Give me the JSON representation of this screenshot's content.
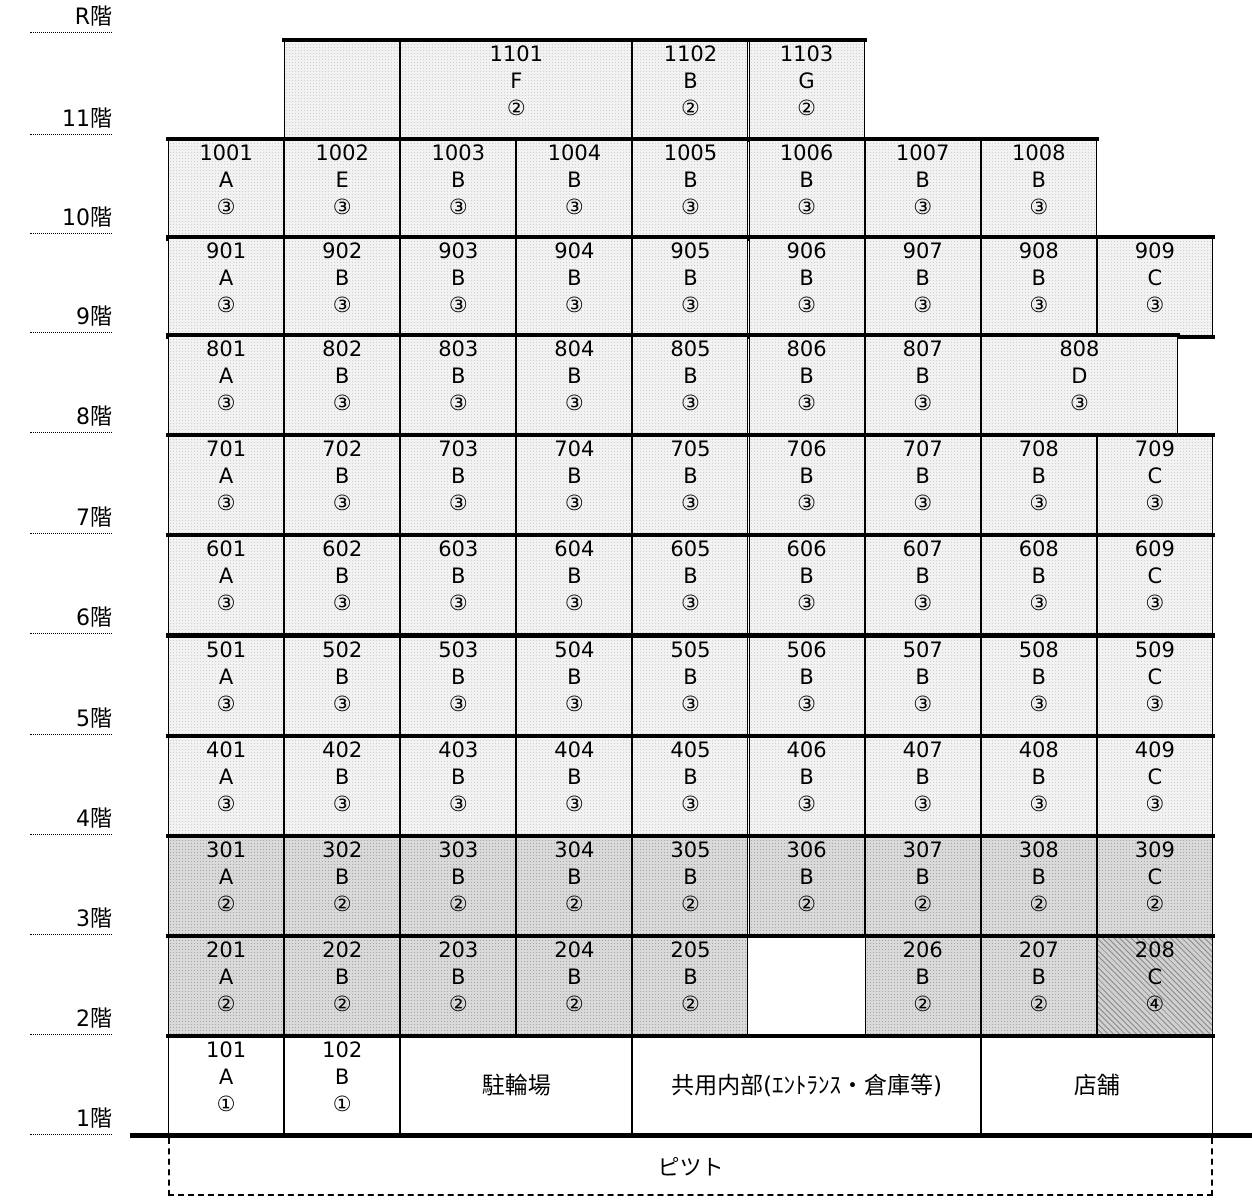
{
  "floors": [
    "R階",
    "11階",
    "10階",
    "9階",
    "8階",
    "7階",
    "6階",
    "5階",
    "4階",
    "3階",
    "2階",
    "1階"
  ],
  "rows": [
    {
      "floor": "11階",
      "units": [
        {
          "col": 1,
          "span": 1,
          "lines": [
            "",
            "",
            ""
          ],
          "pattern": "light"
        },
        {
          "col": 2,
          "span": 2,
          "lines": [
            "1101",
            "F",
            "②"
          ],
          "pattern": "light"
        },
        {
          "col": 4,
          "span": 1,
          "lines": [
            "1102",
            "B",
            "②"
          ],
          "pattern": "light"
        },
        {
          "col": 5,
          "span": 1,
          "lines": [
            "1103",
            "G",
            "②"
          ],
          "pattern": "light"
        }
      ]
    },
    {
      "floor": "10階",
      "units": [
        {
          "col": 0,
          "span": 1,
          "lines": [
            "1001",
            "A",
            "③"
          ],
          "pattern": "light"
        },
        {
          "col": 1,
          "span": 1,
          "lines": [
            "1002",
            "E",
            "③"
          ],
          "pattern": "light"
        },
        {
          "col": 2,
          "span": 1,
          "lines": [
            "1003",
            "B",
            "③"
          ],
          "pattern": "light"
        },
        {
          "col": 3,
          "span": 1,
          "lines": [
            "1004",
            "B",
            "③"
          ],
          "pattern": "light"
        },
        {
          "col": 4,
          "span": 1,
          "lines": [
            "1005",
            "B",
            "③"
          ],
          "pattern": "light"
        },
        {
          "col": 5,
          "span": 1,
          "lines": [
            "1006",
            "B",
            "③"
          ],
          "pattern": "light"
        },
        {
          "col": 6,
          "span": 1,
          "lines": [
            "1007",
            "B",
            "③"
          ],
          "pattern": "light"
        },
        {
          "col": 7,
          "span": 1,
          "lines": [
            "1008",
            "B",
            "③"
          ],
          "pattern": "light"
        }
      ]
    },
    {
      "floor": "9階",
      "units": [
        {
          "col": 0,
          "span": 1,
          "lines": [
            "901",
            "A",
            "③"
          ],
          "pattern": "light"
        },
        {
          "col": 1,
          "span": 1,
          "lines": [
            "902",
            "B",
            "③"
          ],
          "pattern": "light"
        },
        {
          "col": 2,
          "span": 1,
          "lines": [
            "903",
            "B",
            "③"
          ],
          "pattern": "light"
        },
        {
          "col": 3,
          "span": 1,
          "lines": [
            "904",
            "B",
            "③"
          ],
          "pattern": "light"
        },
        {
          "col": 4,
          "span": 1,
          "lines": [
            "905",
            "B",
            "③"
          ],
          "pattern": "light"
        },
        {
          "col": 5,
          "span": 1,
          "lines": [
            "906",
            "B",
            "③"
          ],
          "pattern": "light"
        },
        {
          "col": 6,
          "span": 1,
          "lines": [
            "907",
            "B",
            "③"
          ],
          "pattern": "light"
        },
        {
          "col": 7,
          "span": 1,
          "lines": [
            "908",
            "B",
            "③"
          ],
          "pattern": "light"
        },
        {
          "col": 8,
          "span": 1,
          "lines": [
            "909",
            "C",
            "③"
          ],
          "pattern": "light"
        }
      ]
    },
    {
      "floor": "8階",
      "units": [
        {
          "col": 0,
          "span": 1,
          "lines": [
            "801",
            "A",
            "③"
          ],
          "pattern": "light"
        },
        {
          "col": 1,
          "span": 1,
          "lines": [
            "802",
            "B",
            "③"
          ],
          "pattern": "light"
        },
        {
          "col": 2,
          "span": 1,
          "lines": [
            "803",
            "B",
            "③"
          ],
          "pattern": "light"
        },
        {
          "col": 3,
          "span": 1,
          "lines": [
            "804",
            "B",
            "③"
          ],
          "pattern": "light"
        },
        {
          "col": 4,
          "span": 1,
          "lines": [
            "805",
            "B",
            "③"
          ],
          "pattern": "light"
        },
        {
          "col": 5,
          "span": 1,
          "lines": [
            "806",
            "B",
            "③"
          ],
          "pattern": "light"
        },
        {
          "col": 6,
          "span": 1,
          "lines": [
            "807",
            "B",
            "③"
          ],
          "pattern": "light"
        },
        {
          "col": 7,
          "span": 1.7,
          "lines": [
            "808",
            "D",
            "③"
          ],
          "pattern": "light"
        }
      ]
    },
    {
      "floor": "7階",
      "units": [
        {
          "col": 0,
          "span": 1,
          "lines": [
            "701",
            "A",
            "③"
          ],
          "pattern": "light"
        },
        {
          "col": 1,
          "span": 1,
          "lines": [
            "702",
            "B",
            "③"
          ],
          "pattern": "light"
        },
        {
          "col": 2,
          "span": 1,
          "lines": [
            "703",
            "B",
            "③"
          ],
          "pattern": "light"
        },
        {
          "col": 3,
          "span": 1,
          "lines": [
            "704",
            "B",
            "③"
          ],
          "pattern": "light"
        },
        {
          "col": 4,
          "span": 1,
          "lines": [
            "705",
            "B",
            "③"
          ],
          "pattern": "light"
        },
        {
          "col": 5,
          "span": 1,
          "lines": [
            "706",
            "B",
            "③"
          ],
          "pattern": "light"
        },
        {
          "col": 6,
          "span": 1,
          "lines": [
            "707",
            "B",
            "③"
          ],
          "pattern": "light"
        },
        {
          "col": 7,
          "span": 1,
          "lines": [
            "708",
            "B",
            "③"
          ],
          "pattern": "light"
        },
        {
          "col": 8,
          "span": 1,
          "lines": [
            "709",
            "C",
            "③"
          ],
          "pattern": "light"
        }
      ]
    },
    {
      "floor": "6階",
      "units": [
        {
          "col": 0,
          "span": 1,
          "lines": [
            "601",
            "A",
            "③"
          ],
          "pattern": "light"
        },
        {
          "col": 1,
          "span": 1,
          "lines": [
            "602",
            "B",
            "③"
          ],
          "pattern": "light"
        },
        {
          "col": 2,
          "span": 1,
          "lines": [
            "603",
            "B",
            "③"
          ],
          "pattern": "light"
        },
        {
          "col": 3,
          "span": 1,
          "lines": [
            "604",
            "B",
            "③"
          ],
          "pattern": "light"
        },
        {
          "col": 4,
          "span": 1,
          "lines": [
            "605",
            "B",
            "③"
          ],
          "pattern": "light"
        },
        {
          "col": 5,
          "span": 1,
          "lines": [
            "606",
            "B",
            "③"
          ],
          "pattern": "light"
        },
        {
          "col": 6,
          "span": 1,
          "lines": [
            "607",
            "B",
            "③"
          ],
          "pattern": "light"
        },
        {
          "col": 7,
          "span": 1,
          "lines": [
            "608",
            "B",
            "③"
          ],
          "pattern": "light"
        },
        {
          "col": 8,
          "span": 1,
          "lines": [
            "609",
            "C",
            "③"
          ],
          "pattern": "light"
        }
      ]
    },
    {
      "floor": "5階",
      "units": [
        {
          "col": 0,
          "span": 1,
          "lines": [
            "501",
            "A",
            "③"
          ],
          "pattern": "light"
        },
        {
          "col": 1,
          "span": 1,
          "lines": [
            "502",
            "B",
            "③"
          ],
          "pattern": "light"
        },
        {
          "col": 2,
          "span": 1,
          "lines": [
            "503",
            "B",
            "③"
          ],
          "pattern": "light"
        },
        {
          "col": 3,
          "span": 1,
          "lines": [
            "504",
            "B",
            "③"
          ],
          "pattern": "light"
        },
        {
          "col": 4,
          "span": 1,
          "lines": [
            "505",
            "B",
            "③"
          ],
          "pattern": "light"
        },
        {
          "col": 5,
          "span": 1,
          "lines": [
            "506",
            "B",
            "③"
          ],
          "pattern": "light"
        },
        {
          "col": 6,
          "span": 1,
          "lines": [
            "507",
            "B",
            "③"
          ],
          "pattern": "light"
        },
        {
          "col": 7,
          "span": 1,
          "lines": [
            "508",
            "B",
            "③"
          ],
          "pattern": "light"
        },
        {
          "col": 8,
          "span": 1,
          "lines": [
            "509",
            "C",
            "③"
          ],
          "pattern": "light"
        }
      ]
    },
    {
      "floor": "4階",
      "units": [
        {
          "col": 0,
          "span": 1,
          "lines": [
            "401",
            "A",
            "③"
          ],
          "pattern": "light"
        },
        {
          "col": 1,
          "span": 1,
          "lines": [
            "402",
            "B",
            "③"
          ],
          "pattern": "light"
        },
        {
          "col": 2,
          "span": 1,
          "lines": [
            "403",
            "B",
            "③"
          ],
          "pattern": "light"
        },
        {
          "col": 3,
          "span": 1,
          "lines": [
            "404",
            "B",
            "③"
          ],
          "pattern": "light"
        },
        {
          "col": 4,
          "span": 1,
          "lines": [
            "405",
            "B",
            "③"
          ],
          "pattern": "light"
        },
        {
          "col": 5,
          "span": 1,
          "lines": [
            "406",
            "B",
            "③"
          ],
          "pattern": "light"
        },
        {
          "col": 6,
          "span": 1,
          "lines": [
            "407",
            "B",
            "③"
          ],
          "pattern": "light"
        },
        {
          "col": 7,
          "span": 1,
          "lines": [
            "408",
            "B",
            "③"
          ],
          "pattern": "light"
        },
        {
          "col": 8,
          "span": 1,
          "lines": [
            "409",
            "C",
            "③"
          ],
          "pattern": "light"
        }
      ]
    },
    {
      "floor": "3階",
      "units": [
        {
          "col": 0,
          "span": 1,
          "lines": [
            "301",
            "A",
            "②"
          ],
          "pattern": "dark"
        },
        {
          "col": 1,
          "span": 1,
          "lines": [
            "302",
            "B",
            "②"
          ],
          "pattern": "dark"
        },
        {
          "col": 2,
          "span": 1,
          "lines": [
            "303",
            "B",
            "②"
          ],
          "pattern": "dark"
        },
        {
          "col": 3,
          "span": 1,
          "lines": [
            "304",
            "B",
            "②"
          ],
          "pattern": "dark"
        },
        {
          "col": 4,
          "span": 1,
          "lines": [
            "305",
            "B",
            "②"
          ],
          "pattern": "dark"
        },
        {
          "col": 5,
          "span": 1,
          "lines": [
            "306",
            "B",
            "②"
          ],
          "pattern": "dark"
        },
        {
          "col": 6,
          "span": 1,
          "lines": [
            "307",
            "B",
            "②"
          ],
          "pattern": "dark"
        },
        {
          "col": 7,
          "span": 1,
          "lines": [
            "308",
            "B",
            "②"
          ],
          "pattern": "dark"
        },
        {
          "col": 8,
          "span": 1,
          "lines": [
            "309",
            "C",
            "②"
          ],
          "pattern": "dark"
        }
      ]
    },
    {
      "floor": "2階",
      "units": [
        {
          "col": 0,
          "span": 1,
          "lines": [
            "201",
            "A",
            "②"
          ],
          "pattern": "dark"
        },
        {
          "col": 1,
          "span": 1,
          "lines": [
            "202",
            "B",
            "②"
          ],
          "pattern": "dark"
        },
        {
          "col": 2,
          "span": 1,
          "lines": [
            "203",
            "B",
            "②"
          ],
          "pattern": "dark"
        },
        {
          "col": 3,
          "span": 1,
          "lines": [
            "204",
            "B",
            "②"
          ],
          "pattern": "dark"
        },
        {
          "col": 4,
          "span": 1,
          "lines": [
            "205",
            "B",
            "②"
          ],
          "pattern": "dark"
        },
        {
          "col": 6,
          "span": 1,
          "lines": [
            "206",
            "B",
            "②"
          ],
          "pattern": "dark"
        },
        {
          "col": 7,
          "span": 1,
          "lines": [
            "207",
            "B",
            "②"
          ],
          "pattern": "dark"
        },
        {
          "col": 8,
          "span": 1,
          "lines": [
            "208",
            "C",
            "④"
          ],
          "pattern": "hatch"
        }
      ]
    },
    {
      "floor": "1階",
      "units": [
        {
          "col": 0,
          "span": 1,
          "lines": [
            "101",
            "A",
            "①"
          ],
          "pattern": "white"
        },
        {
          "col": 1,
          "span": 1,
          "lines": [
            "102",
            "B",
            "①"
          ],
          "pattern": "white"
        },
        {
          "col": 2,
          "span": 2,
          "lines": [
            "駐輪場"
          ],
          "pattern": "white",
          "big": true
        },
        {
          "col": 4,
          "span": 3,
          "lines": [
            "共用内部(ｴﾝﾄﾗﾝｽ・倉庫等)"
          ],
          "pattern": "white",
          "big": true
        },
        {
          "col": 7,
          "span": 2,
          "lines": [
            "店舗"
          ],
          "pattern": "white",
          "big": true
        }
      ]
    }
  ],
  "pit_label": "ピツト"
}
